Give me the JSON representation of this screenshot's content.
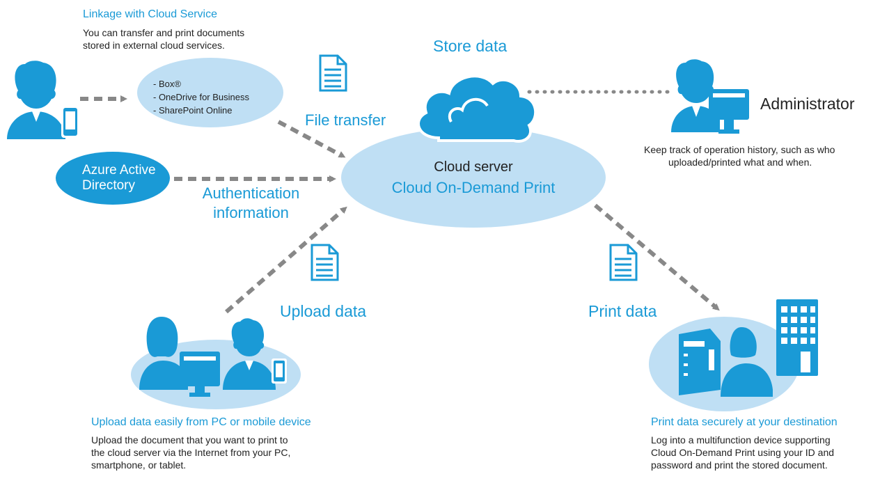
{
  "cloud_service": {
    "heading": "Linkage with Cloud Service",
    "description_line1": "You can transfer and print documents",
    "description_line2": "stored in external cloud services.",
    "services": [
      "- Box®",
      "- OneDrive for Business",
      "- SharePoint Online"
    ]
  },
  "azure": {
    "line1": "Azure Active",
    "line2": "Directory"
  },
  "labels": {
    "store_data": "Store data",
    "file_transfer": "File transfer",
    "auth_line1": "Authentication",
    "auth_line2": "information",
    "upload_data": "Upload data",
    "print_data": "Print data"
  },
  "cloud_server": {
    "line1": "Cloud server",
    "line2": "Cloud On-Demand Print"
  },
  "administrator": {
    "title": "Administrator",
    "description_line1": "Keep track of operation history, such as who",
    "description_line2": "uploaded/printed what and when."
  },
  "upload_section": {
    "heading": "Upload data easily from PC or mobile device",
    "line1": "Upload the document that you want to print to",
    "line2": "the cloud server via the Internet from your PC,",
    "line3": "smartphone, or tablet."
  },
  "print_section": {
    "heading": "Print data securely at your destination",
    "line1": "Log into a multifunction device supporting",
    "line2": "Cloud On-Demand Print using your ID and",
    "line3": "password and print the stored document."
  },
  "colors": {
    "accent": "#1a9ad6",
    "light_blue": "#bfdff4",
    "arrow_gray": "#888888"
  }
}
